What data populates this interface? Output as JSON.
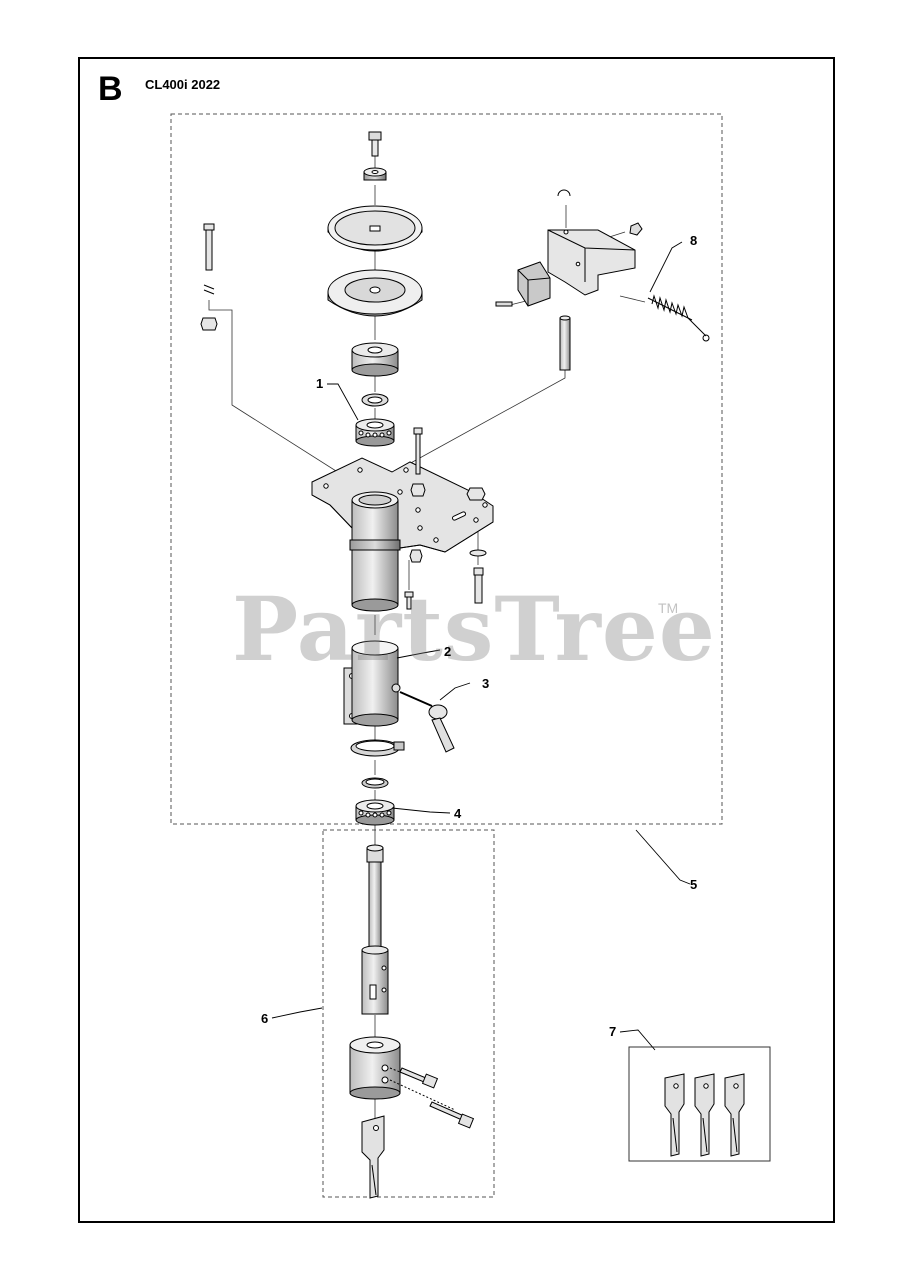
{
  "header": {
    "section_letter": "B",
    "model": "CL400i 2022"
  },
  "callouts": [
    {
      "id": "1",
      "part": "bearing-upper"
    },
    {
      "id": "2",
      "part": "clamp-sleeve"
    },
    {
      "id": "3",
      "part": "locking-lever"
    },
    {
      "id": "4",
      "part": "bearing-lower"
    },
    {
      "id": "5",
      "part": "housing-assembly"
    },
    {
      "id": "6",
      "part": "shaft-assembly"
    },
    {
      "id": "7",
      "part": "blade-set"
    },
    {
      "id": "8",
      "part": "tension-spring"
    }
  ],
  "watermark": {
    "text": "PartsTree",
    "tm": "TM"
  }
}
